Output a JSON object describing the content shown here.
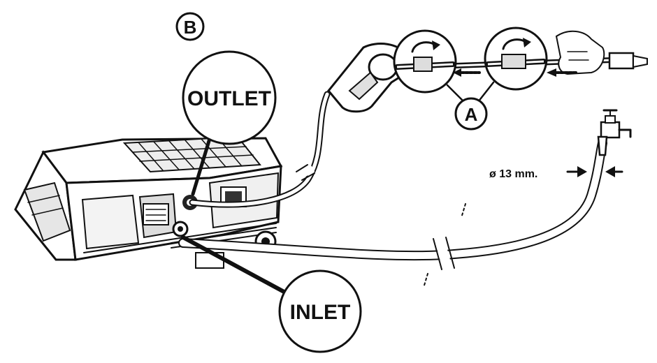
{
  "labels": {
    "figure_tag": "B",
    "outlet": "OUTLET",
    "inlet": "INLET",
    "callout_a": "A",
    "hose_diameter": "ø 13 mm."
  },
  "colors": {
    "ink": "#111111",
    "paper": "#ffffff",
    "shade": "#d9d9d9"
  },
  "icons": {
    "rotate_arrow": "rotate-clockwise-arrow-icon",
    "push_arrow": "arrow-left-icon",
    "squeeze_arrow": "arrow-right-icon"
  }
}
